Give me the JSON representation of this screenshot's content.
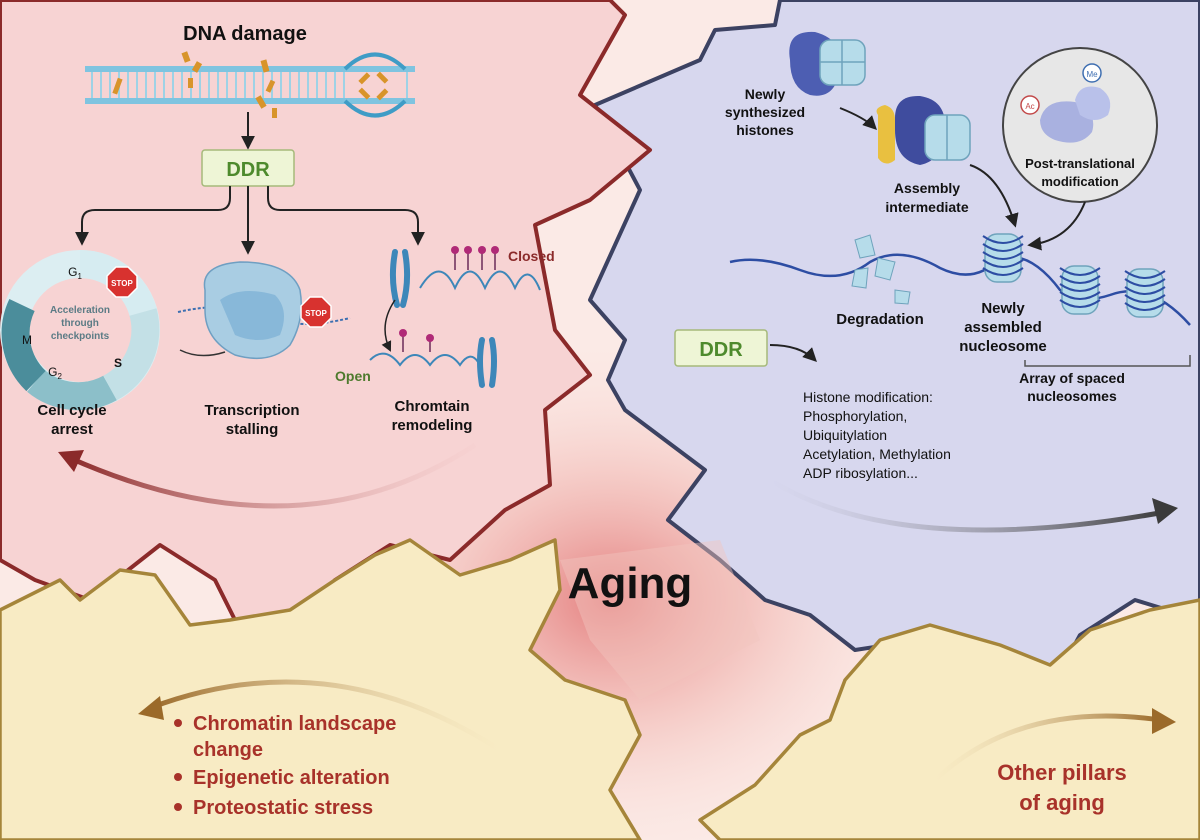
{
  "title": "Aging",
  "left_gear": {
    "dna_damage": "DNA damage",
    "ddr": "DDR",
    "cycle": {
      "g1": "G",
      "g1_sub": "1",
      "g2": "G",
      "g2_sub": "2",
      "s": "S",
      "m": "M",
      "stop": "STOP",
      "center_lines": [
        "Acceleration",
        "through",
        "checkpoints"
      ]
    },
    "transcription_stop": "STOP",
    "closed": "Closed",
    "open": "Open",
    "outcomes": [
      {
        "lines": [
          "Cell cycle",
          "arrest"
        ]
      },
      {
        "lines": [
          "Transcription",
          "stalling"
        ]
      },
      {
        "lines": [
          "Chromtain",
          "remodeling"
        ]
      }
    ]
  },
  "right_gear": {
    "newly_synthesized": [
      "Newly",
      "synthesized",
      "histones"
    ],
    "assembly_intermediate": [
      "Assembly",
      "intermediate"
    ],
    "ptm_circle": {
      "ac": "Ac",
      "me": "Me",
      "label": [
        "Post-translational",
        "modification"
      ]
    },
    "degradation": "Degradation",
    "newly_assembled": [
      "Newly",
      "assembled",
      "nucleosome"
    ],
    "array_label": [
      "Array of spaced",
      "nucleosomes"
    ],
    "ddr": "DDR",
    "histone_modification": [
      "Histone modification:",
      "Phosphorylation,",
      "Ubiquitylation",
      "Acetylation, Methylation",
      "ADP ribosylation..."
    ]
  },
  "bottom_left_gear": {
    "bullets": [
      "Chromatin landscape change",
      "Epigenetic alteration",
      "Proteostatic stress"
    ],
    "bullet_lines": [
      "Chromatin landscape",
      "change",
      "Epigenetic alteration",
      "Proteostatic stress"
    ]
  },
  "bottom_right_gear": {
    "label": [
      "Other pillars",
      "of aging"
    ]
  },
  "colors": {
    "left_gear_fill": "#f7d3d3",
    "left_gear_stroke": "#8b2a2a",
    "right_gear_fill": "#d7d7ee",
    "right_gear_stroke": "#3c4262",
    "bottom_gear_fill": "#f8ebc4",
    "bottom_gear_stroke": "#a5853a",
    "ddr_box_fill": "#eef5d6",
    "ddr_text": "#4e8a2d",
    "bullet_text": "#a8322a",
    "stop_red": "#d8322f"
  }
}
